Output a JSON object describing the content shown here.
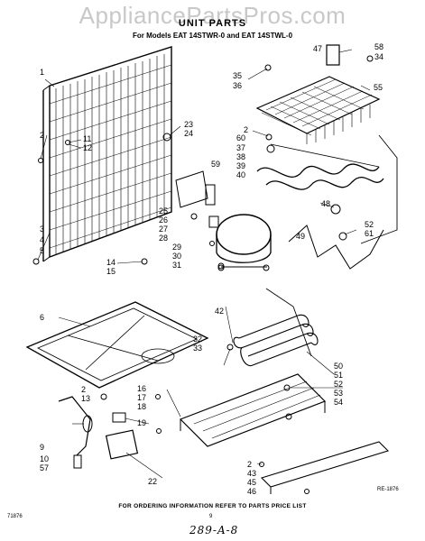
{
  "watermark": "AppliancePartsPros.com",
  "title": "UNIT PARTS",
  "subtitle": "For Models EAT 14STWR-0 and EAT 14STWL-0",
  "footer_note": "FOR ORDERING INFORMATION REFER TO PARTS PRICE LIST",
  "page_number": "9",
  "code_left": "71876",
  "ref_code": "RE-1876",
  "handwritten": "289-A-8",
  "callouts": [
    "1",
    "2",
    "11",
    "12",
    "3",
    "4",
    "5",
    "14",
    "15",
    "6",
    "23",
    "24",
    "59",
    "25",
    "26",
    "27",
    "28",
    "29",
    "30",
    "31",
    "47",
    "58",
    "34",
    "35",
    "36",
    "55",
    "2",
    "60",
    "37",
    "38",
    "39",
    "40",
    "48",
    "52",
    "61",
    "49",
    "42",
    "32",
    "33",
    "50",
    "51",
    "52",
    "53",
    "54",
    "16",
    "17",
    "18",
    "19",
    "2",
    "13",
    "9",
    "10",
    "57",
    "22",
    "2",
    "43",
    "45",
    "46"
  ]
}
